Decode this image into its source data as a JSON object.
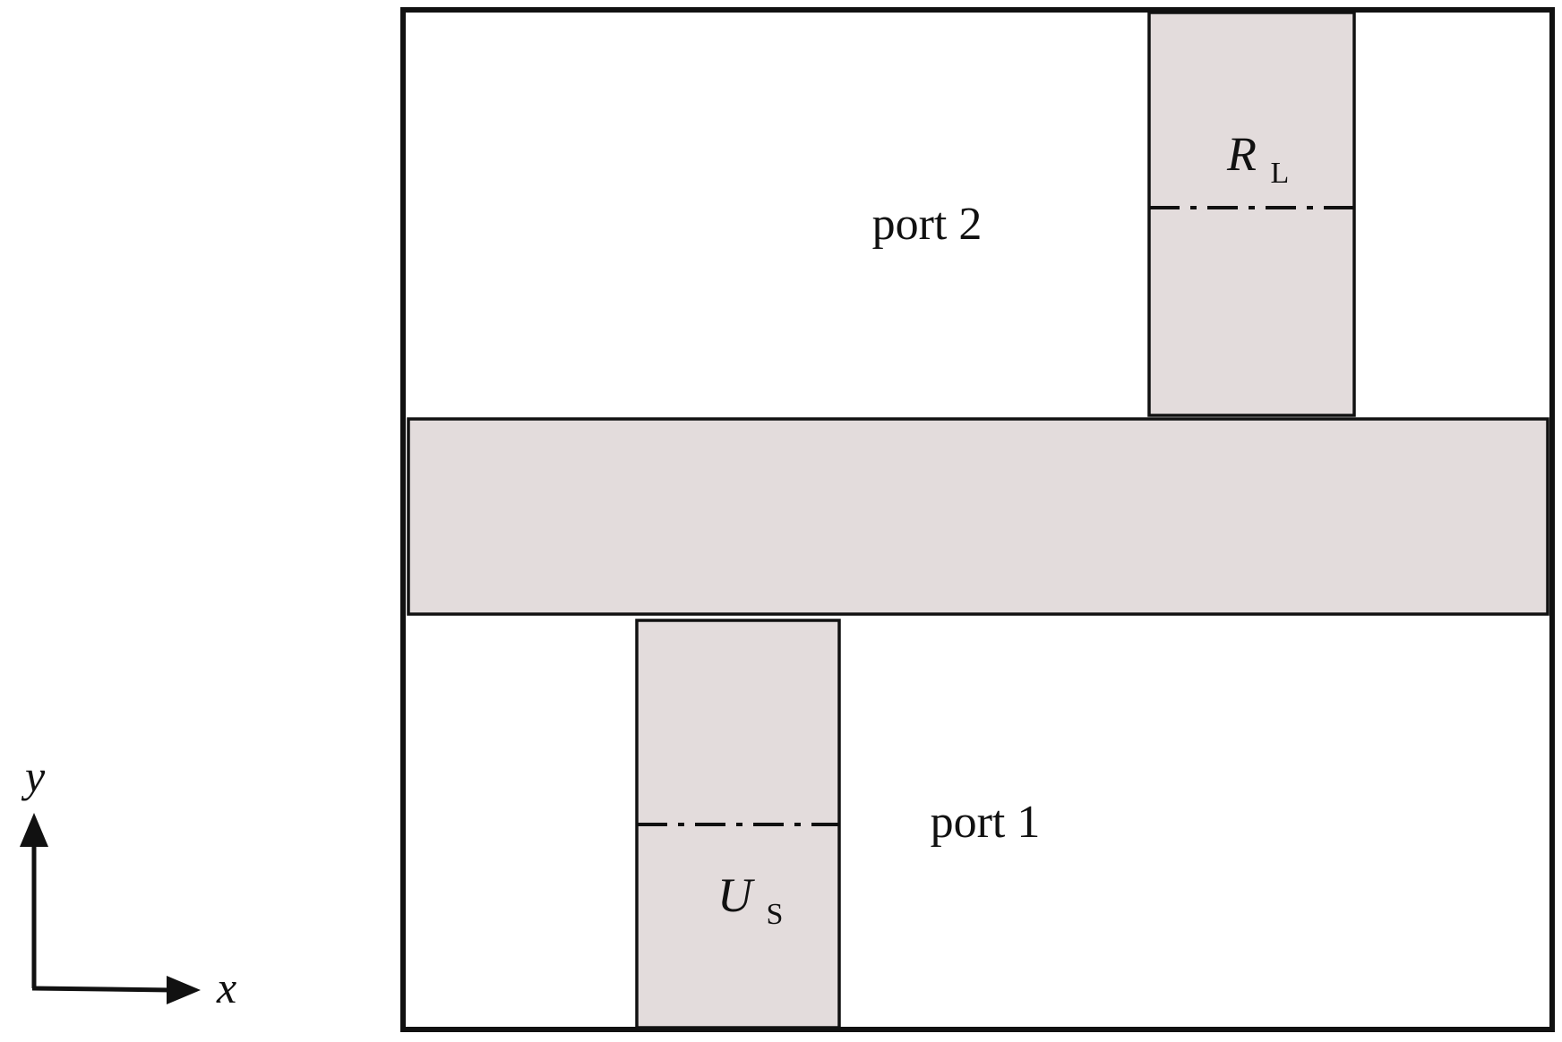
{
  "labels": {
    "port2": "port 2",
    "port1": "port 1",
    "load_symbol": "R",
    "load_subscript": "L",
    "source_symbol": "U",
    "source_subscript": "S",
    "axis_x": "x",
    "axis_y": "y"
  },
  "colors": {
    "line": "#111111",
    "section_fill": "#e3dcdc",
    "background": "#ffffff"
  }
}
